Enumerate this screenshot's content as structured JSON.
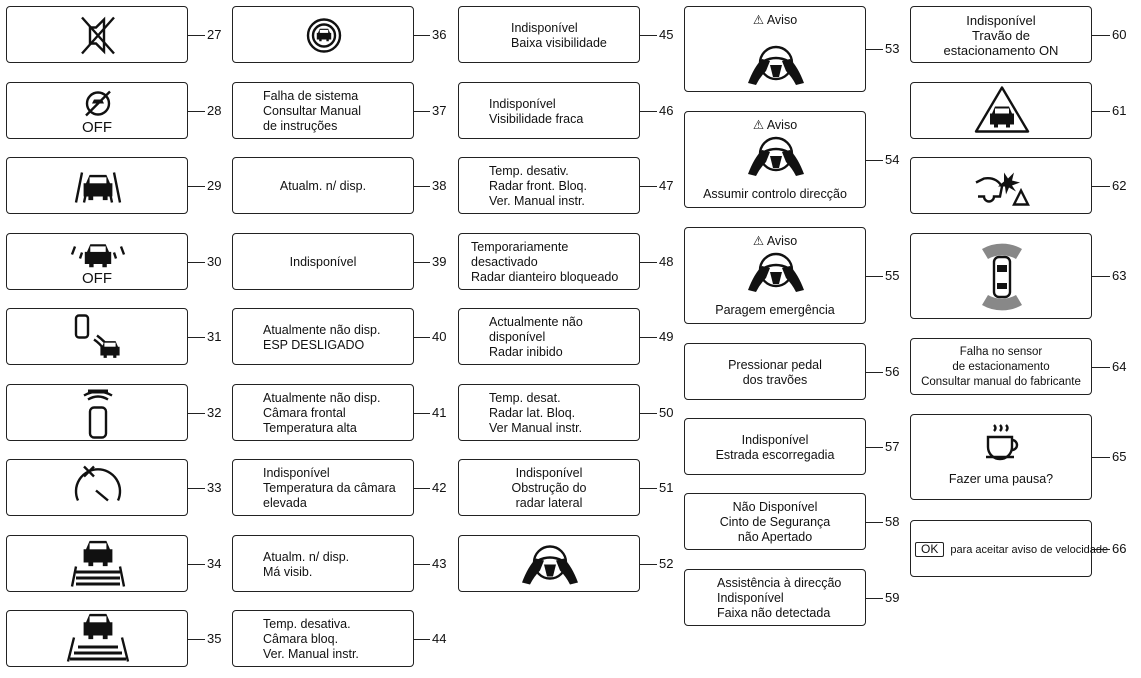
{
  "numbers": [
    "27",
    "28",
    "29",
    "30",
    "31",
    "32",
    "33",
    "34",
    "35",
    "36",
    "37",
    "38",
    "39",
    "40",
    "41",
    "42",
    "43",
    "44",
    "45",
    "46",
    "47",
    "48",
    "49",
    "50",
    "51",
    "52",
    "53",
    "54",
    "55",
    "56",
    "57",
    "58",
    "59",
    "60",
    "61",
    "62",
    "63",
    "64",
    "65",
    "66"
  ],
  "icons": {
    "27": "speaker-muted-icon",
    "28": "assist-off-icon",
    "29": "lane-car-icon",
    "30": "lane-car-off-icon",
    "31": "side-radar-icon",
    "32": "front-camera-icon",
    "33": "speed-limit-gauge-icon",
    "34": "car-road-stripes-icon",
    "35": "car-wide-road-icon",
    "36": "car-concentric-icon",
    "52": "steering-wheel-hands-icon",
    "61": "car-warning-triangle-icon",
    "62": "collision-warning-icon",
    "63": "parking-sensors-icon",
    "65": "coffee-cup-icon"
  },
  "off_label": "OFF",
  "texts": {
    "37": [
      "Falha de sistema",
      "Consultar Manual",
      "de instruções"
    ],
    "38": [
      "Atualm. n/ disp."
    ],
    "39": [
      "Indisponível"
    ],
    "40": [
      "Atualmente não disp.",
      "ESP DESLIGADO"
    ],
    "41": [
      "Atualmente não disp.",
      "Câmara frontal",
      "Temperatura alta"
    ],
    "42": [
      "Indisponível",
      "Temperatura da câmara",
      "elevada"
    ],
    "43": [
      "Atualm. n/ disp.",
      "Má visib."
    ],
    "44": [
      "Temp. desativa.",
      "Câmara bloq.",
      "Ver. Manual instr."
    ],
    "45": [
      "Indisponível",
      "Baixa visibilidade"
    ],
    "46": [
      "Indisponível",
      "Visibilidade fraca"
    ],
    "47": [
      "Temp. desativ.",
      "Radar front. Bloq.",
      "Ver. Manual instr."
    ],
    "48": [
      "Temporariamente",
      "desactivado",
      "Radar dianteiro bloqueado"
    ],
    "49": [
      "Actualmente não",
      "disponível",
      "Radar inibido"
    ],
    "50": [
      "Temp. desat.",
      "Radar lat. Bloq.",
      "Ver Manual instr."
    ],
    "51": [
      "Indisponível",
      "Obstrução do",
      "radar lateral"
    ],
    "53": [
      "⚠ Aviso"
    ],
    "54": [
      "⚠ Aviso",
      "Assumir controlo direcção"
    ],
    "55": [
      "⚠ Aviso",
      "Paragem emergência"
    ],
    "56": [
      "Pressionar pedal",
      "dos travões"
    ],
    "57": [
      "Indisponível",
      "Estrada escorregadia"
    ],
    "58": [
      "Não Disponível",
      "Cinto de Segurança",
      "não Apertado"
    ],
    "59": [
      "Assistência à direcção",
      "Indisponível",
      "Faixa não detectada"
    ],
    "60": [
      "Indisponível",
      "Travão de",
      "estacionamento ON"
    ],
    "64": [
      "Falha no sensor",
      "de estacionamento",
      "Consultar manual do fabricante"
    ],
    "65": [
      "Fazer uma pausa?"
    ],
    "66": [
      "OK",
      "para aceitar  aviso de velocidade"
    ]
  }
}
